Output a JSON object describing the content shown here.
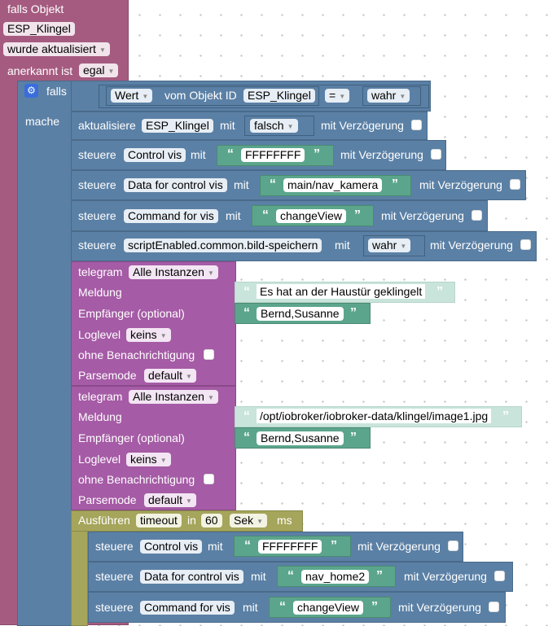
{
  "event_block": {
    "header": "falls Objekt",
    "object_id": "ESP_Klingel",
    "trigger": "wurde aktualisiert",
    "ack_label": "anerkannt ist",
    "ack_value": "egal"
  },
  "if_block": {
    "if_label": "falls",
    "do_label": "mache",
    "condition": {
      "prop": "Wert",
      "of_label": "vom Objekt ID",
      "object_id": "ESP_Klingel",
      "operator": "=",
      "value": "wahr"
    }
  },
  "actions": [
    {
      "verb": "aktualisiere",
      "target": "ESP_Klingel",
      "with": "mit",
      "value": "falsch",
      "delay_label": "mit Verzögerung"
    },
    {
      "verb": "steuere",
      "target": "Control vis",
      "with": "mit",
      "value": "FFFFFFFF",
      "delay_label": "mit Verzögerung"
    },
    {
      "verb": "steuere",
      "target": "Data for control vis",
      "with": "mit",
      "value": "main/nav_kamera",
      "delay_label": "mit Verzögerung"
    },
    {
      "verb": "steuere",
      "target": "Command for vis",
      "with": "mit",
      "value": "changeView",
      "delay_label": "mit Verzögerung"
    },
    {
      "verb": "steuere",
      "target": "scriptEnabled.common.bild-speichern",
      "with": "mit",
      "value": "wahr",
      "delay_label": "mit Verzögerung"
    }
  ],
  "telegrams": [
    {
      "title": "telegram",
      "instance": "Alle Instanzen",
      "message_label": "Meldung",
      "message": "Es hat an der Haustür geklingelt",
      "recipient_label": "Empfänger (optional)",
      "recipient": "Bernd,Susanne",
      "loglevel_label": "Loglevel",
      "loglevel": "keins",
      "silent_label": "ohne Benachrichtigung",
      "parsemode_label": "Parsemode",
      "parsemode": "default"
    },
    {
      "title": "telegram",
      "instance": "Alle Instanzen",
      "message_label": "Meldung",
      "message": "/opt/iobroker/iobroker-data/klingel/image1.jpg",
      "recipient_label": "Empfänger (optional)",
      "recipient": "Bernd,Susanne",
      "loglevel_label": "Loglevel",
      "loglevel": "keins",
      "silent_label": "ohne Benachrichtigung",
      "parsemode_label": "Parsemode",
      "parsemode": "default"
    }
  ],
  "timeout_block": {
    "label": "Ausführen",
    "name": "timeout",
    "in_label": "in",
    "amount": "60",
    "unit": "Sek",
    "suffix": "ms"
  },
  "timeout_actions": [
    {
      "verb": "steuere",
      "target": "Control vis",
      "with": "mit",
      "value": "FFFFFFFF",
      "delay_label": "mit Verzögerung"
    },
    {
      "verb": "steuere",
      "target": "Data for control vis",
      "with": "mit",
      "value": "nav_home2",
      "delay_label": "mit Verzögerung"
    },
    {
      "verb": "steuere",
      "target": "Command for vis",
      "with": "mit",
      "value": "changeView",
      "delay_label": "mit Verzögerung"
    }
  ],
  "icons": {
    "gear": "gear-icon",
    "dropdown": "dropdown-arrow-icon",
    "quote": "quote-icon"
  },
  "colors": {
    "event_block": "#a55b80",
    "logic_block": "#5b80a5",
    "telegram_block": "#a55ba5",
    "timeout_block": "#a5a55b",
    "text_block": "#5ba58c"
  }
}
